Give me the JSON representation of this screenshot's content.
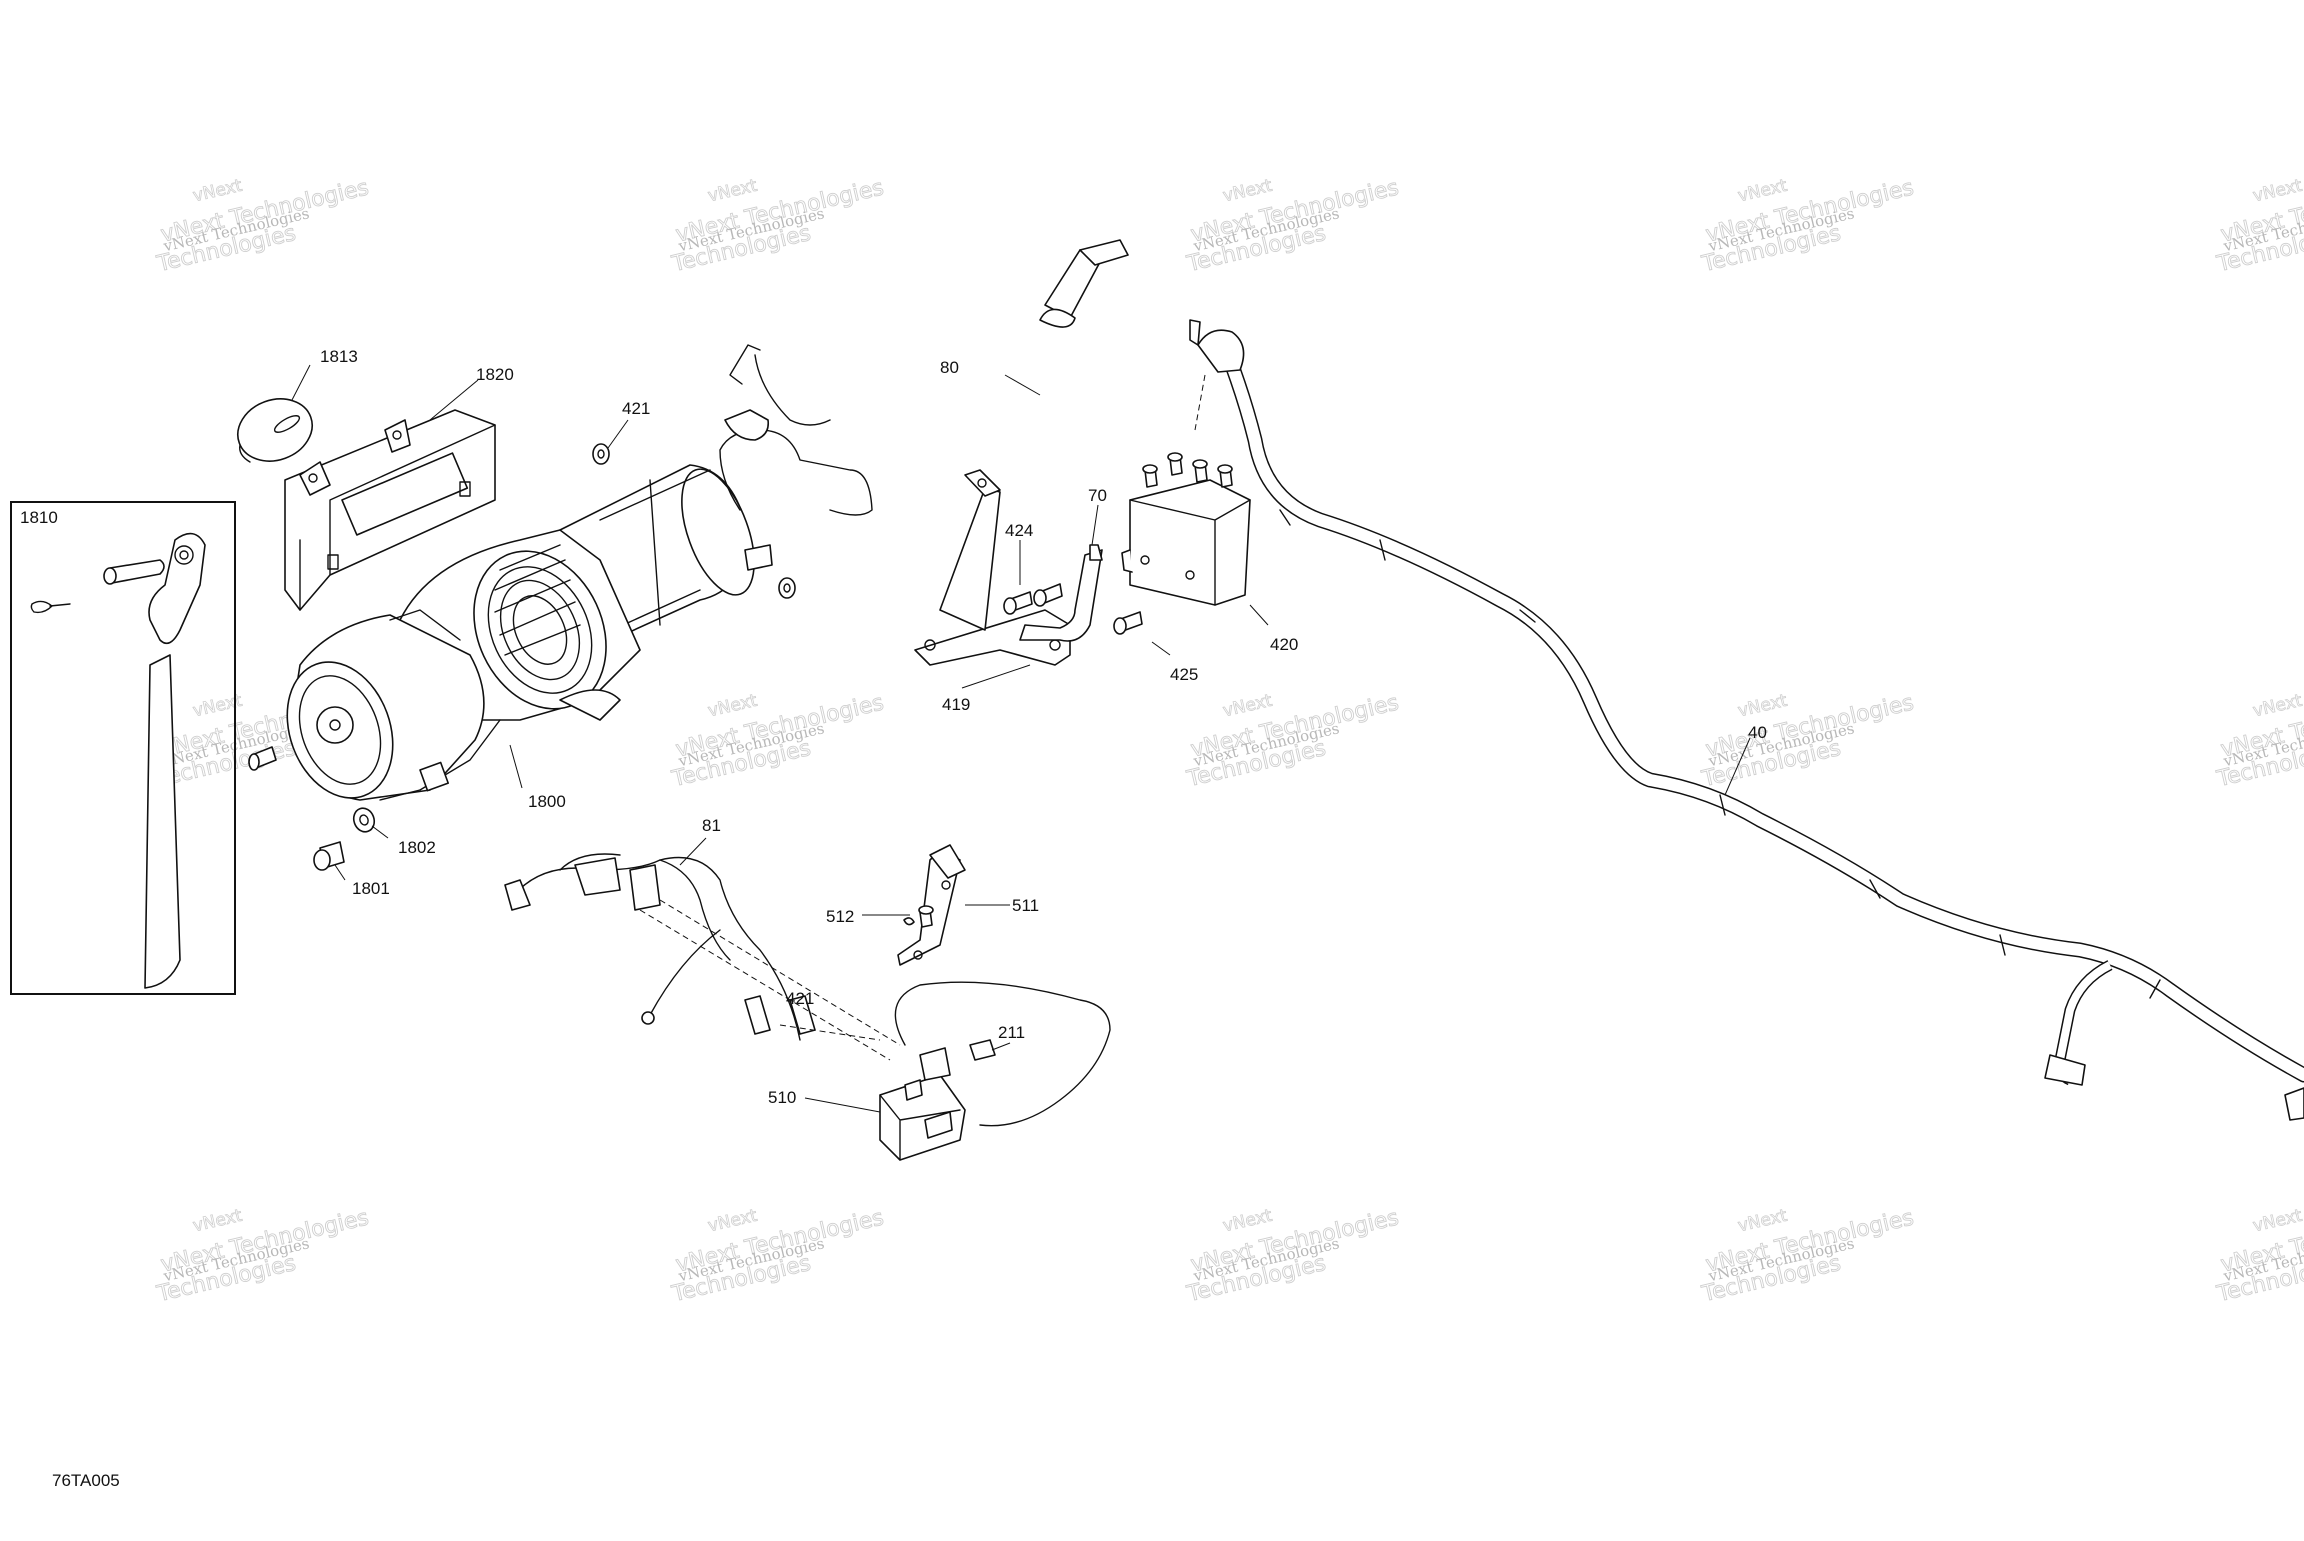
{
  "diagram": {
    "figure_code": "76TA005",
    "callouts": [
      "1813",
      "1820",
      "421",
      "80",
      "70",
      "424",
      "420",
      "425",
      "419",
      "1810",
      "1800",
      "1802",
      "1801",
      "81",
      "512",
      "511",
      "211",
      "510",
      "40"
    ],
    "watermark": {
      "line1": "vNext",
      "line2": "vNext Technologies",
      "line3": "Technologies"
    }
  }
}
